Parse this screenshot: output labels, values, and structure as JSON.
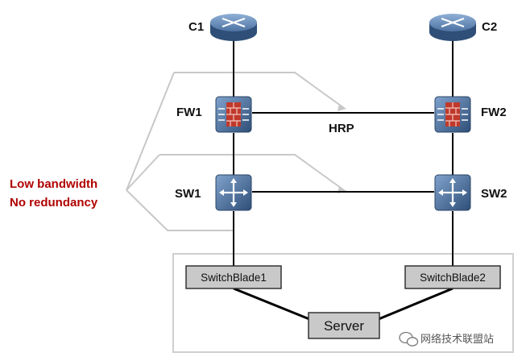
{
  "nodes": {
    "c1": "C1",
    "c2": "C2",
    "fw1": "FW1",
    "fw2": "FW2",
    "sw1": "SW1",
    "sw2": "SW2",
    "switchblade1": "SwitchBlade1",
    "switchblade2": "SwitchBlade2",
    "server": "Server"
  },
  "links": {
    "hrp": "HRP"
  },
  "annotation": {
    "line1": "Low bandwidth",
    "line2": "No redundancy"
  },
  "watermark": "网络技术联盟站",
  "colors": {
    "annotation": "#b00000",
    "router_blue": "#4a6f9a",
    "firewall_red": "#c0392b",
    "box_gray": "#c9c9c9"
  }
}
